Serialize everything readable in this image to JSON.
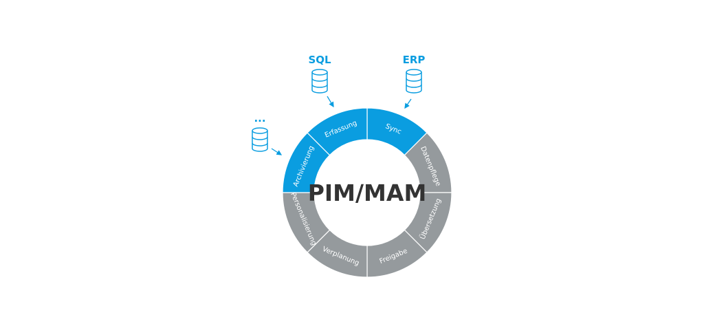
{
  "center_label": "PIM/MAM",
  "colors": {
    "active": "#0a9de0",
    "inactive": "#959a9d",
    "text_dark": "#333333"
  },
  "segments": [
    {
      "label": "Sync",
      "active": true
    },
    {
      "label": "Datenpflege",
      "active": false
    },
    {
      "label": "Übersetzung",
      "active": false
    },
    {
      "label": "Freigabe",
      "active": false
    },
    {
      "label": "Verplanung",
      "active": false
    },
    {
      "label": "Personalisierung",
      "active": false
    },
    {
      "label": "Archivierung",
      "active": true
    },
    {
      "label": "Erfassung",
      "active": true
    }
  ],
  "sources": [
    {
      "label": "SQL",
      "icon": "database-icon"
    },
    {
      "label": "ERP",
      "icon": "database-icon"
    },
    {
      "label": "...",
      "icon": "database-icon"
    }
  ]
}
